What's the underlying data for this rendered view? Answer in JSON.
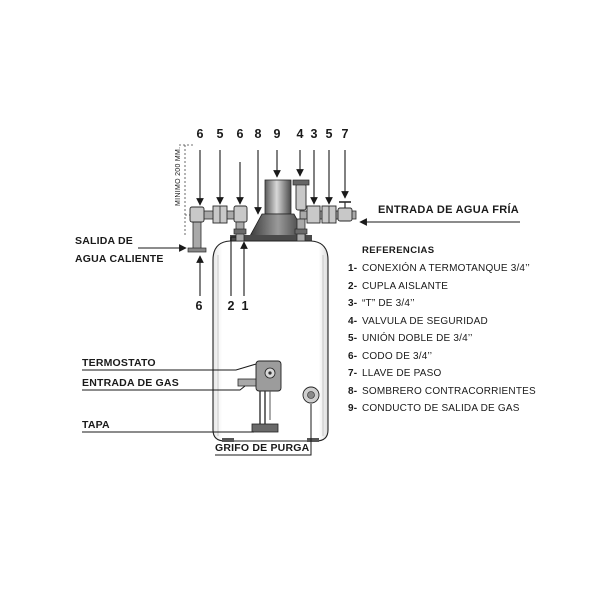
{
  "top_numbers": [
    "6",
    "5",
    "6",
    "8",
    "9",
    "4",
    "3",
    "5",
    "7"
  ],
  "bottom_numbers": [
    "6",
    "2",
    "1"
  ],
  "dimension_label": "MINIMO 200 MM.",
  "labels": {
    "cold_water_inlet": "ENTRADA DE AGUA FRÍA",
    "hot_water_outlet_line1": "SALIDA DE",
    "hot_water_outlet_line2": "AGUA CALIENTE",
    "thermostat": "TERMOSTATO",
    "gas_inlet": "ENTRADA DE GAS",
    "cover": "TAPA",
    "drain_valve": "GRIFO DE PURGA"
  },
  "references": {
    "title": "REFERENCIAS",
    "items": [
      {
        "num": "1-",
        "text": "CONEXIÓN A TERMOTANQUE 3/4’’"
      },
      {
        "num": "2-",
        "text": "CUPLA AISLANTE"
      },
      {
        "num": "3-",
        "text": "“T” DE 3/4’’"
      },
      {
        "num": "4-",
        "text": "VALVULA DE SEGURIDAD"
      },
      {
        "num": "5-",
        "text": "UNIÓN DOBLE DE 3/4’’"
      },
      {
        "num": "6-",
        "text": "CODO DE 3/4’’"
      },
      {
        "num": "7-",
        "text": "LLAVE DE PASO"
      },
      {
        "num": "8-",
        "text": "SOMBRERO CONTRACORRIENTES"
      },
      {
        "num": "9-",
        "text": "CONDUCTO DE SALIDA DE GAS"
      }
    ]
  }
}
